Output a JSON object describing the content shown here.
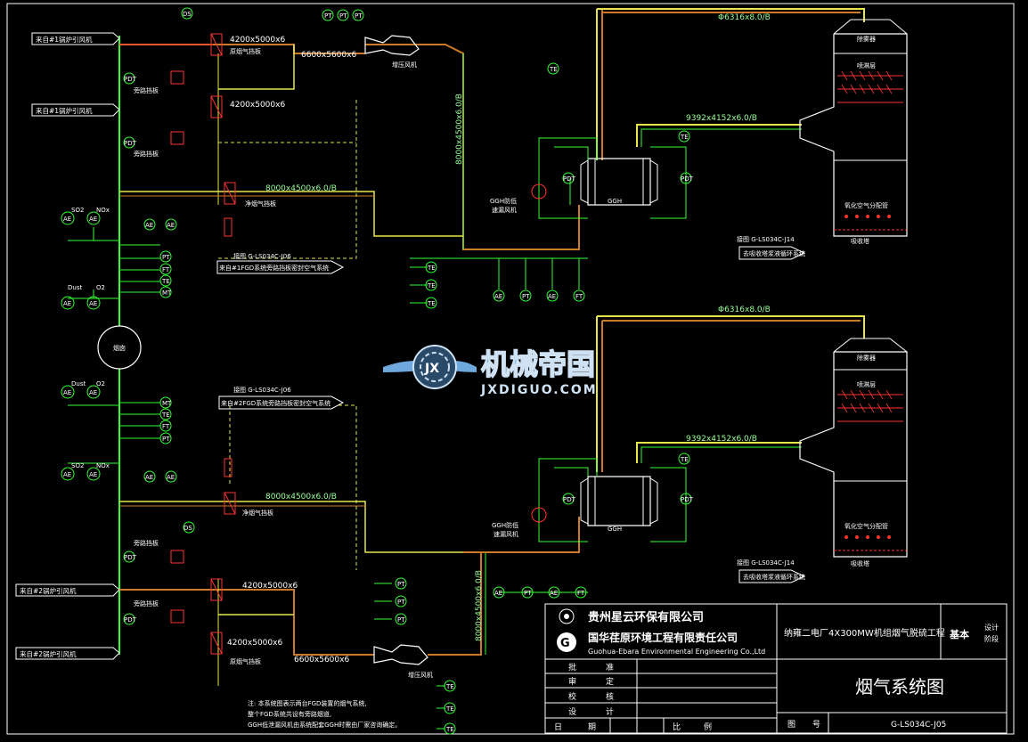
{
  "inputs": {
    "in1": "来自#1锅炉引风机",
    "in2": "来自#1锅炉引风机",
    "in3": "来自#2锅炉引风机",
    "in4": "来自#2锅炉引风机"
  },
  "ducts": {
    "d_top1": "4200x5000x6",
    "d_top2": "6600x5600x6",
    "d_top3": "4200x5000x6",
    "d_main1": "8000x4500x6.0/B",
    "d_vert1": "8000x4500x6.0/B",
    "d_pipe1": "Φ6316x8.0/B",
    "d_gghout1": "9392x4152x6.0/B",
    "d_pipe2": "Φ6316x8.0/B",
    "d_gghout2": "9392x4152x6.0/B",
    "d_main2": "8000x4500x6.0/B",
    "d_bot1": "4200x5000x6",
    "d_bot2": "4200x5000x6",
    "d_bot3": "6600x5600x6",
    "d_vert2": "8000x4500x6.0/B"
  },
  "equipment": {
    "fan1": "增压风机",
    "fan2": "增压风机",
    "ggh1": "GGH",
    "ggh2": "GGH",
    "gghfan1": "GGH防低\n速漏风机",
    "gghfan2": "GGH防低\n速漏风机",
    "chimney": "烟囱",
    "tower_demister": "除雾器",
    "tower_spray": "喷淋层",
    "tower_oxair": "氧化空气分配管",
    "tower_absorb": "吸收塔",
    "damper_a": "原烟气挡板",
    "damper_b": "旁路挡板",
    "damper_c": "净烟气挡板",
    "damper_d": "净烟气挡板",
    "damper_e": "旁路挡板",
    "damper_f": "原烟气挡板"
  },
  "refs": {
    "ref1": "接图 G-LS034C-J06",
    "ref1_label": "来自#1FGD系统旁路挡板密封空气系统",
    "ref2": "接图 G-LS034C-J06",
    "ref2_label": "来自#2FGD系统旁路挡板密封空气系统",
    "ref3": "接图 G-LS034C-J14",
    "ref3_label": "去吸收塔浆液循环系统",
    "ref4": "接图 G-LS034C-J14",
    "ref4_label": "去吸收塔浆液循环系统"
  },
  "instruments": {
    "ae": "AE",
    "pt": "PT",
    "te": "TE",
    "ft": "FT",
    "mt": "MT",
    "pdt": "PDT",
    "ds": "DS",
    "so2": "SO2",
    "o2": "O2",
    "nox": "NOx",
    "dust": "Dust"
  },
  "notes": {
    "n1": "注: 本系统图表示两台FGD装置的烟气系统,",
    "n2": "    整个FGD系统共设有旁路烟道,",
    "n3": "    GGH低泄漏风机由系统配套GGH时需由厂家咨询确定。"
  },
  "title_block": {
    "company1": "贵州星云环保有限公司",
    "company2": "国华荏原环境工程有限责任公司",
    "company2_en": "Guohua-Ebara Environmental Engineering Co.,Ltd",
    "project": "纳雍二电厂4X300MW机组烟气脱硫工程",
    "stage": "基本",
    "stage_r1": "设计",
    "stage_r2": "阶段",
    "approve": "批",
    "approve2": "准",
    "review": "审",
    "review2": "定",
    "check": "校",
    "check2": "核",
    "design": "设",
    "design2": "计",
    "date": "日",
    "date2": "期",
    "scale": "比",
    "scale2": "例",
    "drawing_title": "烟气系统图",
    "drawno_label": "图",
    "drawno_label2": "号",
    "drawno": "G-LS034C-J05"
  },
  "watermark": {
    "cn": "机械帝国",
    "en": "JXDIGUO.COM",
    "badge": "JX"
  },
  "colors": {
    "green": "#33ff33",
    "yellow": "#e6e64a",
    "red": "#ff3333",
    "orange": "#cc7a2a",
    "white": "#ffffff",
    "blue": "#6fa8dc"
  }
}
